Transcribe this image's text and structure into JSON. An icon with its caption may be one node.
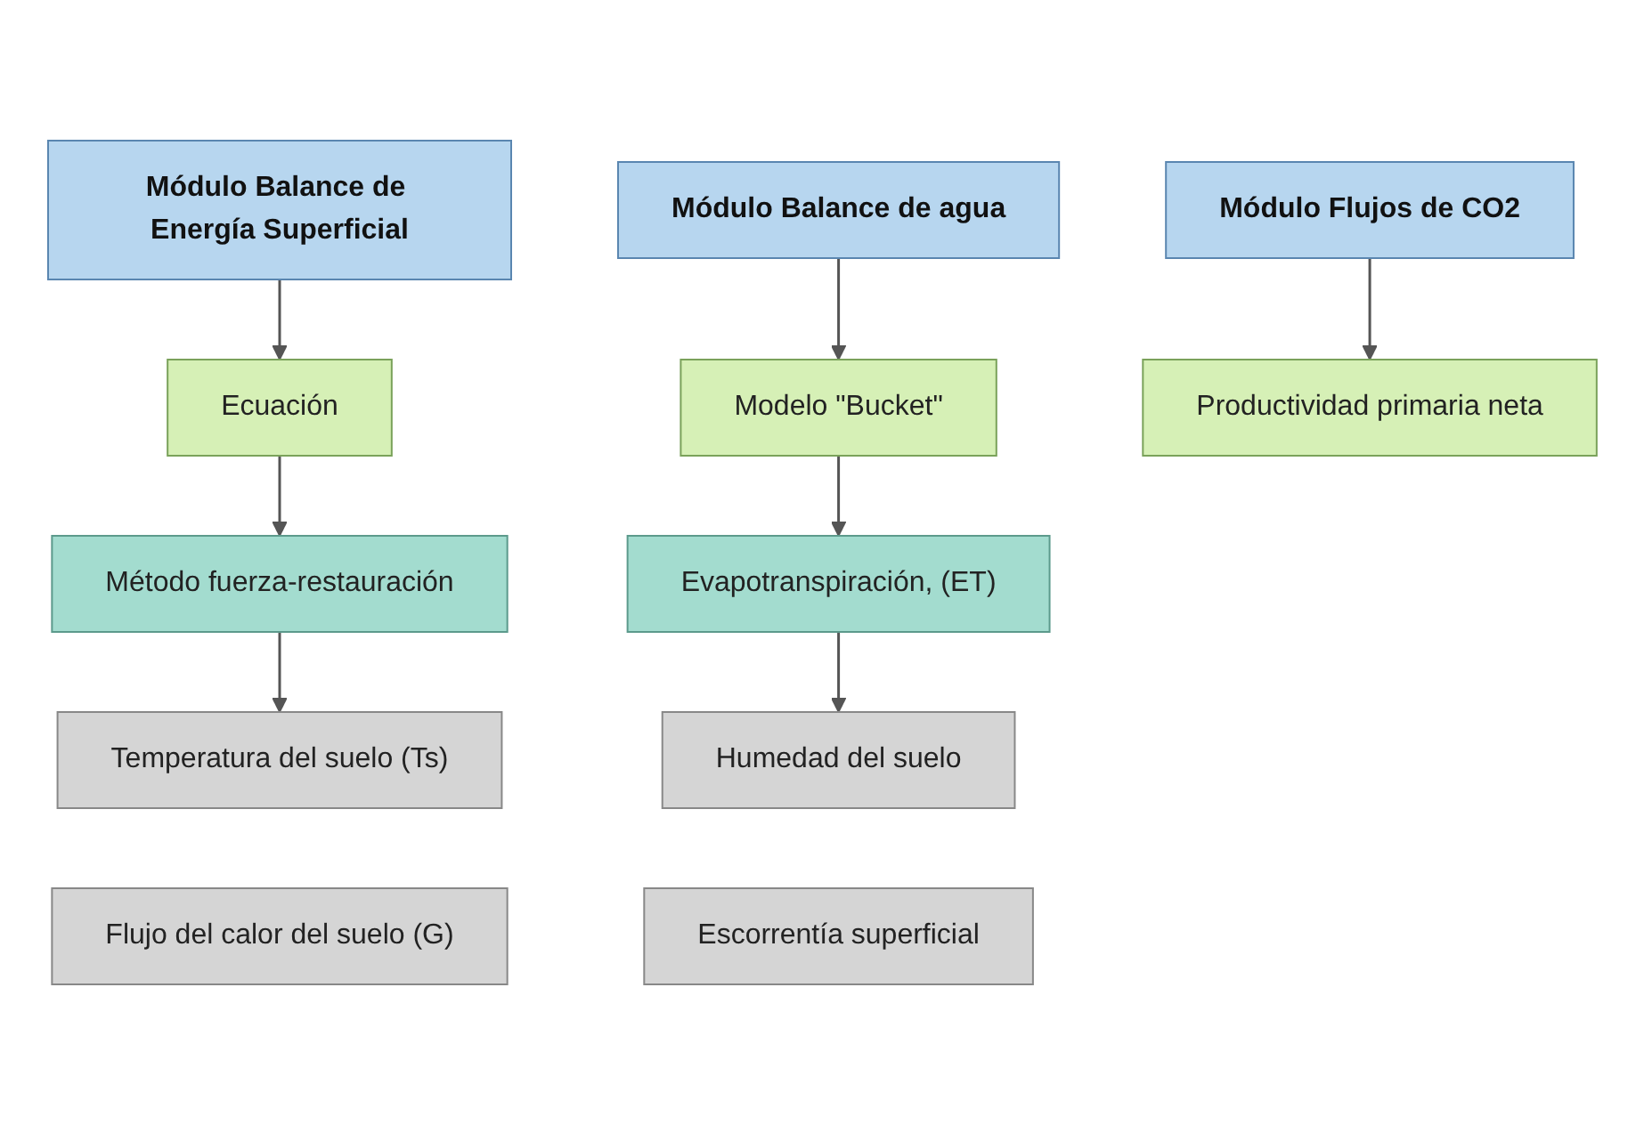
{
  "diagram": {
    "nodes": [
      {
        "text": [
          "Módulo Balance de Energía Superficial"
        ]
      },
      {
        "text": [
          "Ecuación"
        ]
      },
      {
        "text": [
          "Método fuerza-restauración"
        ]
      },
      {
        "text": [
          "Temperatura del suelo (Ts)"
        ]
      },
      {
        "text": [
          "Flujo del calor del suelo (G)"
        ]
      },
      {
        "text": [
          "Módulo Balance de agua"
        ]
      },
      {
        "text": [
          "Modelo \"Bucket\""
        ]
      },
      {
        "text": [
          "Evapotranspiración, (ET)"
        ]
      },
      {
        "text": [
          "Humedad del suelo"
        ]
      },
      {
        "text": [
          "Escorrentía superficial"
        ]
      },
      {
        "text": [
          "Módulo Flujos de CO2"
        ]
      },
      {
        "text": [
          "Productividad primaria neta"
        ]
      }
    ],
    "edges": [
      {
        "from": 0,
        "to": 1,
        "arrow": "to"
      },
      {
        "from": 1,
        "to": 2,
        "arrow": "to"
      },
      {
        "from": 2,
        "to": 3,
        "arrow": "to"
      },
      {
        "from": 5,
        "to": 6,
        "arrow": "to"
      },
      {
        "from": 6,
        "to": 7,
        "arrow": "to"
      },
      {
        "from": 7,
        "to": 8,
        "arrow": "to"
      },
      {
        "from": 10,
        "to": 11,
        "arrow": "to"
      }
    ]
  }
}
